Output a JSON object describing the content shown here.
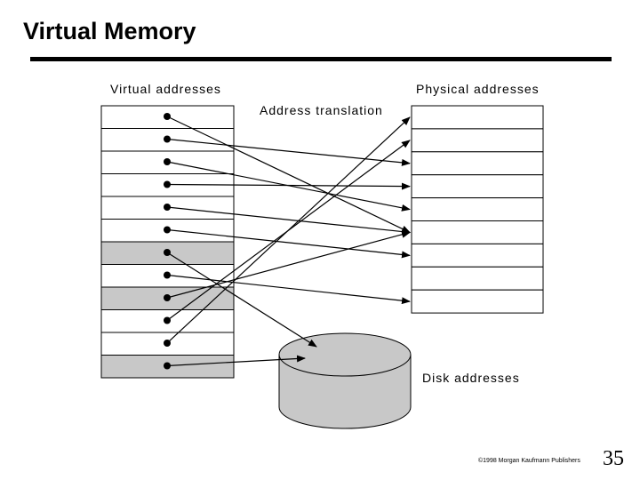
{
  "slide": {
    "title": "Virtual Memory",
    "page_number": "35",
    "copyright": "©1998 Morgan Kaufmann Publishers"
  },
  "diagram": {
    "virtual_label": "Virtual addresses",
    "translation_label": "Address translation",
    "physical_label": "Physical addresses",
    "disk_label": "Disk addresses",
    "virtual_pages": [
      {
        "on_disk": false
      },
      {
        "on_disk": false
      },
      {
        "on_disk": false
      },
      {
        "on_disk": false
      },
      {
        "on_disk": false
      },
      {
        "on_disk": false
      },
      {
        "on_disk": true
      },
      {
        "on_disk": false
      },
      {
        "on_disk": true
      },
      {
        "on_disk": false
      },
      {
        "on_disk": false
      },
      {
        "on_disk": true
      }
    ],
    "physical_page_count": 9,
    "mappings": [
      {
        "from": 0,
        "to": "physical",
        "slot": 5
      },
      {
        "from": 1,
        "to": "physical",
        "slot": 2
      },
      {
        "from": 2,
        "to": "physical",
        "slot": 4
      },
      {
        "from": 3,
        "to": "physical",
        "slot": 3
      },
      {
        "from": 4,
        "to": "physical",
        "slot": 5
      },
      {
        "from": 5,
        "to": "physical",
        "slot": 6
      },
      {
        "from": 6,
        "to": "disk"
      },
      {
        "from": 7,
        "to": "physical",
        "slot": 8
      },
      {
        "from": 8,
        "to": "physical",
        "slot": 5
      },
      {
        "from": 9,
        "to": "physical",
        "slot": 1
      },
      {
        "from": 10,
        "to": "physical",
        "slot": 0
      },
      {
        "from": 11,
        "to": "disk"
      }
    ]
  }
}
